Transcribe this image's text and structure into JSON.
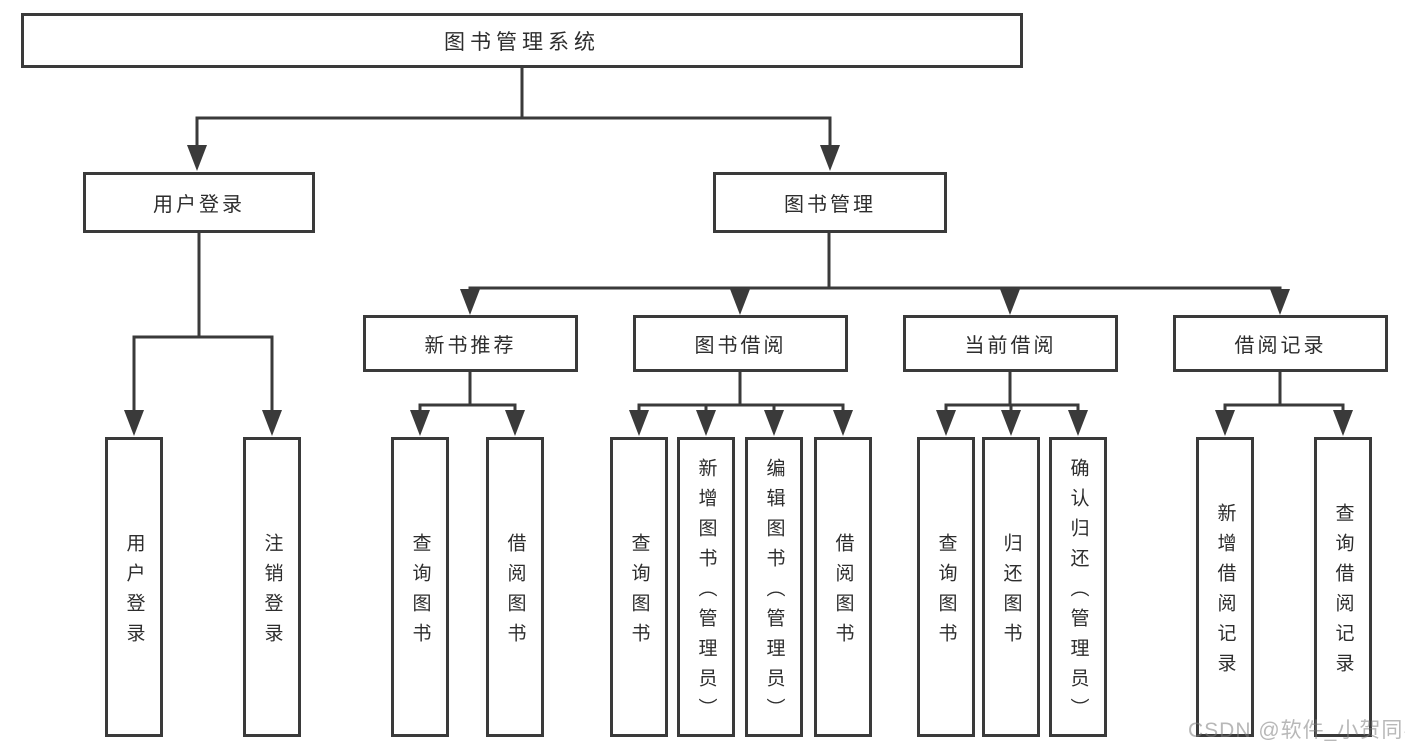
{
  "title": "图书管理系统",
  "watermark": "CSDN @软件_小贺同学",
  "colors": {
    "line": "#3a3a3a",
    "box_border": "#3a3a3a",
    "text": "#2d2d2d",
    "background": "#ffffff",
    "watermark": "#9b9b9b"
  },
  "nodes": {
    "level2": [
      {
        "label": "用户登录"
      },
      {
        "label": "图书管理"
      }
    ],
    "level3": [
      {
        "label": "新书推荐"
      },
      {
        "label": "图书借阅"
      },
      {
        "label": "当前借阅"
      },
      {
        "label": "借阅记录"
      }
    ],
    "leaves": [
      {
        "label": "用户登录"
      },
      {
        "label": "注销登录"
      },
      {
        "label": "查询图书"
      },
      {
        "label": "借阅图书"
      },
      {
        "label": "查询图书"
      },
      {
        "label": "新增图书（管理员）"
      },
      {
        "label": "编辑图书（管理员）"
      },
      {
        "label": "借阅图书"
      },
      {
        "label": "查询图书"
      },
      {
        "label": "归还图书"
      },
      {
        "label": "确认归还（管理员）"
      },
      {
        "label": "新增借阅记录"
      },
      {
        "label": "查询借阅记录"
      }
    ]
  }
}
